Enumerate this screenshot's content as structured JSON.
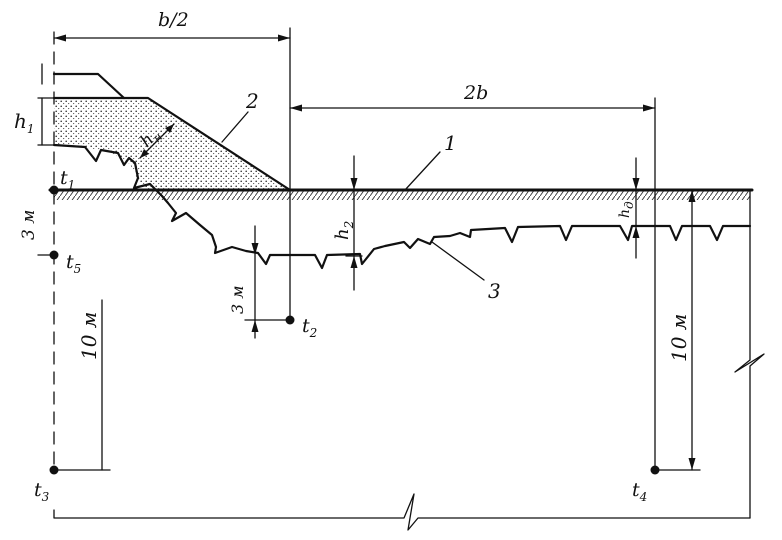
{
  "labels": {
    "half_width": "b/2",
    "double_width": "2b",
    "h1": "h",
    "h1_sub": "1",
    "hn": "h",
    "hn_sub": "н",
    "h2": "h",
    "h2_sub": "2",
    "hd": "h",
    "hd_sub": "д",
    "depth_3m_left": "3 м",
    "depth_3m_mid": "3 м",
    "depth_10m_left": "10 м",
    "depth_10m_right": "10 м",
    "line_1": "1",
    "line_2": "2",
    "line_3": "3",
    "t1": "t",
    "t1_sub": "1",
    "t2": "t",
    "t2_sub": "2",
    "t3": "t",
    "t3_sub": "3",
    "t4": "t",
    "t4_sub": "4",
    "t5": "t",
    "t5_sub": "5"
  },
  "colors": {
    "ink": "#111111",
    "fill": "#ffffff"
  }
}
